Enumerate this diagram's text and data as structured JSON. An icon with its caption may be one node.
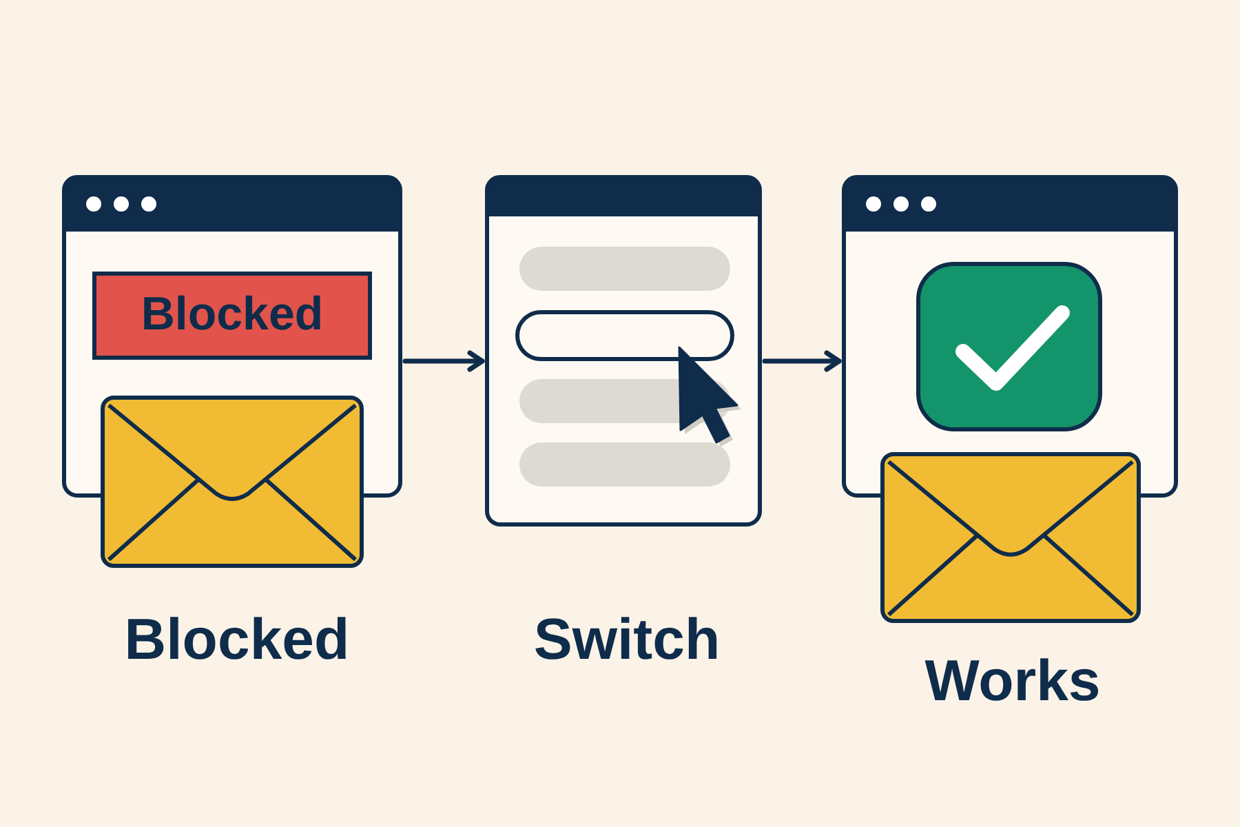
{
  "diagram": {
    "nodes": [
      {
        "text": [],
        "shape": "window",
        "beside": [
          "Blocked"
        ]
      },
      {
        "text": [
          "Blocked"
        ],
        "in": 0
      },
      {
        "text": [],
        "shape": "window",
        "beside": [
          "Switch"
        ]
      },
      {
        "text": [],
        "shape": "window",
        "beside": [
          "Works"
        ]
      }
    ],
    "edges": [
      {
        "from": 0,
        "to": 2,
        "arrow": "to"
      },
      {
        "from": 2,
        "to": 3,
        "arrow": "to"
      }
    ]
  }
}
